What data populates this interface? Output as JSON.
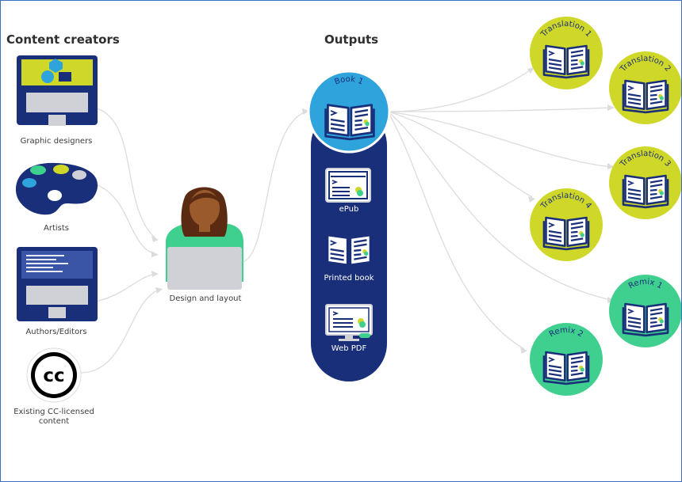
{
  "headings": {
    "creators": "Content creators",
    "outputs": "Outputs"
  },
  "creators": [
    {
      "label": "Graphic designers",
      "icon": "laptop-shapes-icon"
    },
    {
      "label": "Artists",
      "icon": "palette-icon"
    },
    {
      "label": "Authors/Editors",
      "icon": "laptop-text-icon"
    },
    {
      "label": "Existing CC-licensed content",
      "icon": "cc-icon"
    }
  ],
  "center": {
    "label": "Design and layout",
    "icon": "person-laptop-icon"
  },
  "book": {
    "label": "Book 1"
  },
  "formats": [
    {
      "label": "ePub",
      "icon": "epub-tablet-icon"
    },
    {
      "label": "Printed book",
      "icon": "printed-book-icon"
    },
    {
      "label": "Web PDF",
      "icon": "monitor-icon"
    }
  ],
  "derivatives": [
    {
      "label": "Translation 1",
      "color": "#cfd828"
    },
    {
      "label": "Translation 2",
      "color": "#cfd828"
    },
    {
      "label": "Translation 3",
      "color": "#cfd828"
    },
    {
      "label": "Translation 4",
      "color": "#cfd828"
    },
    {
      "label": "Remix 1",
      "color": "#3fcf8e"
    },
    {
      "label": "Remix 2",
      "color": "#3fcf8e"
    }
  ],
  "colors": {
    "navy": "#1a2f7a",
    "blue": "#2ea3dc",
    "lime": "#cfd828",
    "green": "#3fcf8e",
    "connector": "#dcdcdc"
  }
}
